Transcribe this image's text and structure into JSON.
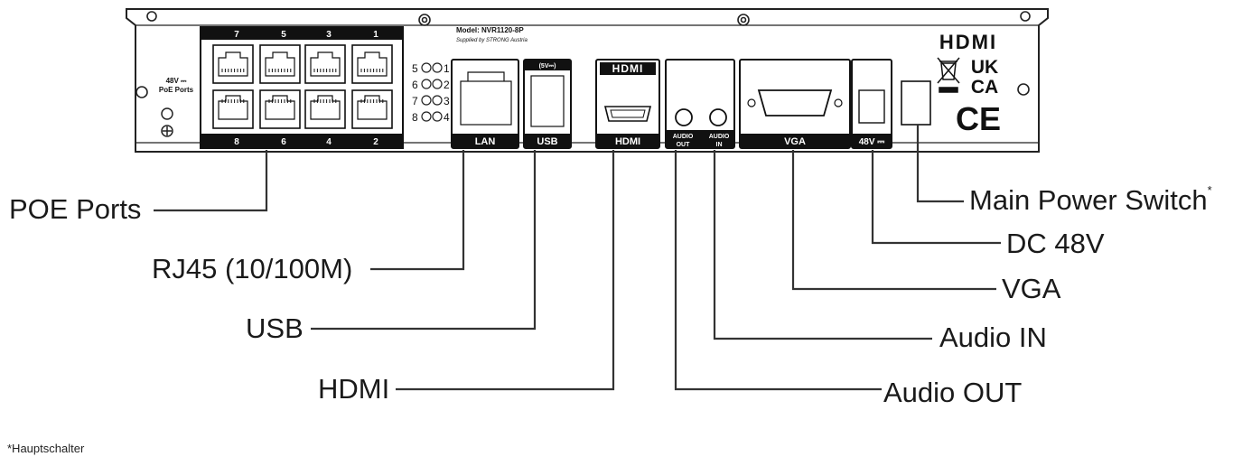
{
  "device": {
    "model": "Model: NVR1120-8P",
    "supplier": "Supplied by STRONG Austria",
    "poe_top_numbers": [
      "7",
      "5",
      "3",
      "1"
    ],
    "poe_bottom_numbers": [
      "8",
      "6",
      "4",
      "2"
    ],
    "poe_side_label_1": "48V ⎓",
    "poe_side_label_2": "PoE Ports",
    "led_rows": [
      {
        "left": "5",
        "right": "1"
      },
      {
        "left": "6",
        "right": "2"
      },
      {
        "left": "7",
        "right": "3"
      },
      {
        "left": "8",
        "right": "4"
      }
    ],
    "port_labels": {
      "lan": "LAN",
      "usb": "USB",
      "usb_top": "(5V⎓)",
      "hdmi": "HDMI",
      "audio_out_1": "AUDIO",
      "audio_out_2": "OUT",
      "audio_in_1": "AUDIO",
      "audio_in_2": "IN",
      "vga": "VGA",
      "dc": "48V ⎓"
    },
    "hdmi_logo": "HDMI",
    "uk_mark_1": "UK",
    "uk_mark_2": "CA",
    "ce_mark": "CE",
    "hdmi_brand_logo": "HDMI"
  },
  "callouts": {
    "poe_ports": "POE Ports",
    "rj45": "RJ45 (10/100M)",
    "usb": "USB",
    "hdmi": "HDMI",
    "main_power_switch": "Main Power Switch",
    "power_asterisk": "*",
    "dc_48v": "DC 48V",
    "vga": "VGA",
    "audio_in": "Audio IN",
    "audio_out": "Audio OUT"
  },
  "footnote": "*Hauptschalter",
  "colors": {
    "line": "#333333",
    "panel_bg": "#ffffff",
    "label_bg": "#111111",
    "label_text": "#ffffff"
  }
}
